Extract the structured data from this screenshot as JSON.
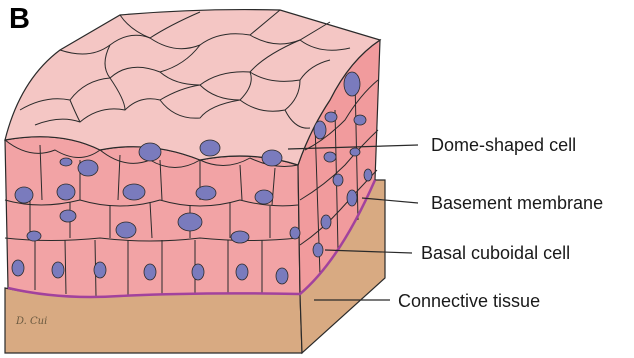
{
  "panel_letter": "B",
  "labels": {
    "dome_shaped_cell": "Dome-shaped cell",
    "basement_membrane": "Basement membrane",
    "basal_cuboidal_cell": "Basal cuboidal cell",
    "connective_tissue": "Connective tissue"
  },
  "signature": "D. Cui",
  "colors": {
    "top_cells": "#f4c6c4",
    "cell_pink": "#f2a3a5",
    "side_pink": "#f19b9d",
    "nucleus": "#7a7bbd",
    "membrane": "#a2429d",
    "connective": "#d8aa82",
    "outline": "#2a2a2a"
  }
}
